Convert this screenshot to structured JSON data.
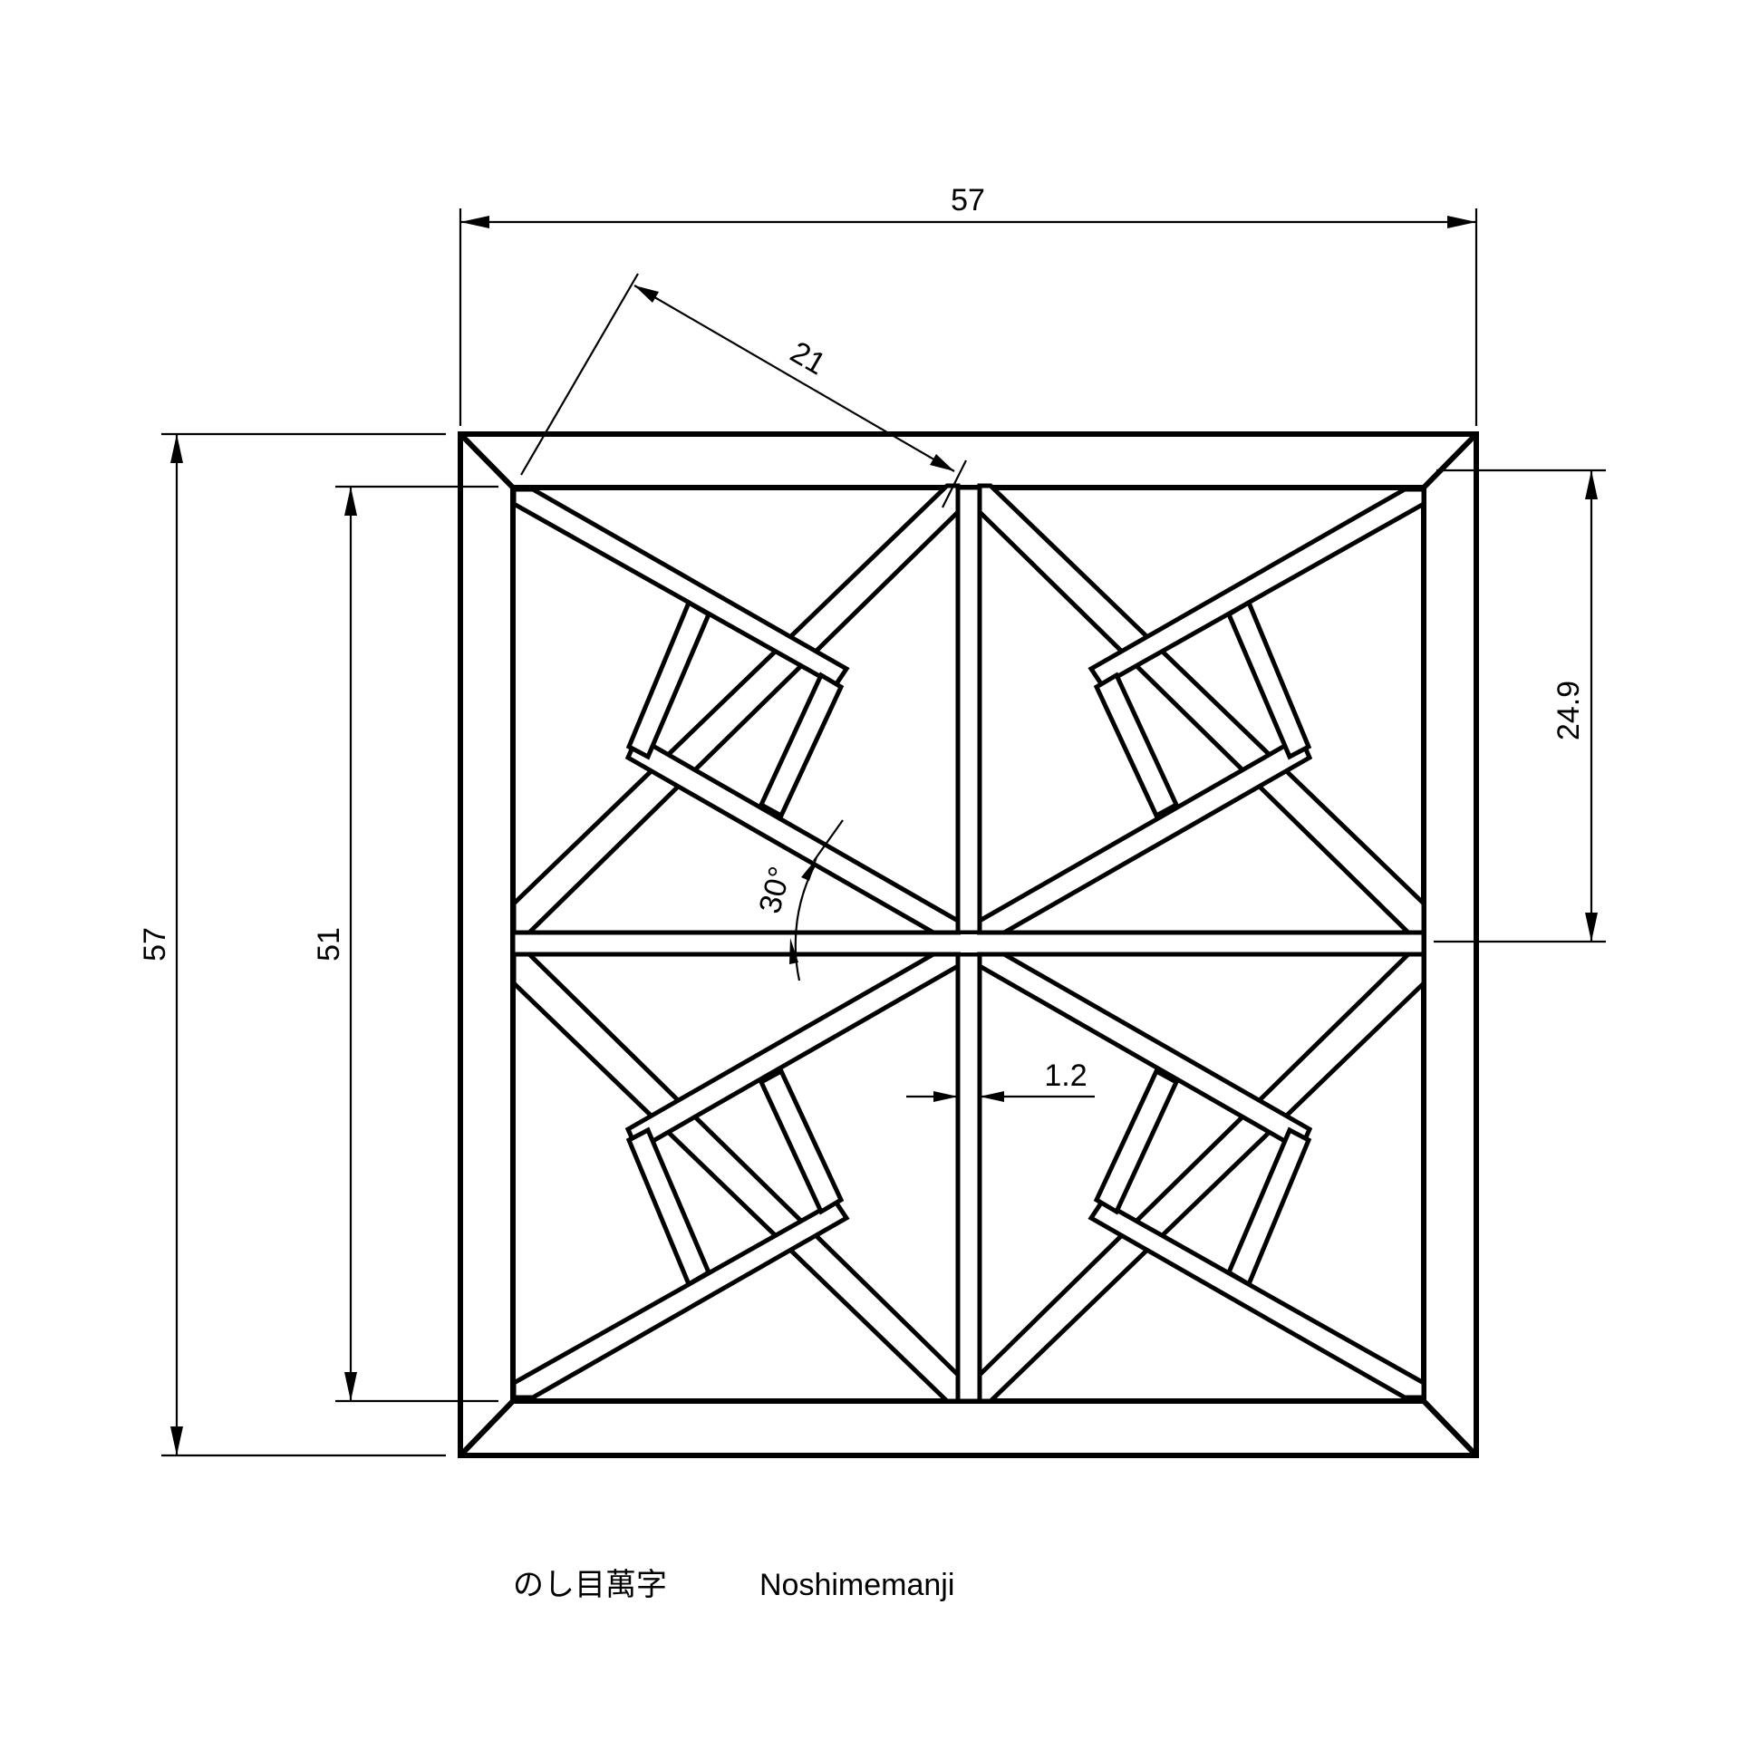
{
  "drawing": {
    "title_jp": "のし目萬字",
    "title_en": "Noshimemanji",
    "pattern": "noshime-manji kumiko lattice",
    "colors": {
      "line": "#000000",
      "background": "#ffffff"
    }
  },
  "dimensions": {
    "overall_width": "57",
    "overall_height": "57",
    "inner_height": "51",
    "diagonal_bar_length": "21",
    "half_inner_height": "24.9",
    "bar_width": "1.2",
    "angle": "30°"
  }
}
